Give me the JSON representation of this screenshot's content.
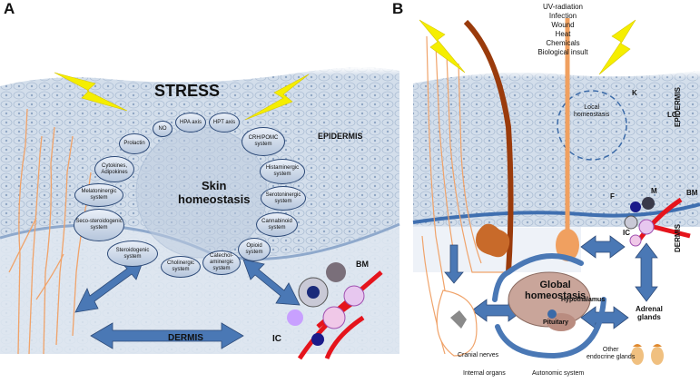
{
  "panel_a": {
    "letter": "A",
    "stress": "STRESS",
    "center": [
      "Skin",
      "homeostasis"
    ],
    "epidermis": "EPIDERMIS",
    "dermis": "DERMIS",
    "bm": "BM",
    "ic": "IC",
    "systems": [
      "HPA axis",
      "HPT axis",
      "CRH/POMC system",
      "Histaminergic system",
      "Serotoninergic system",
      "Cannabinoid system",
      "Opioid system",
      "Catechol-aminergic system",
      "Cholinergic system",
      "Steroidogenic system",
      "Seco-steroidogenic system",
      "Melatoninergic system",
      "Cytokines, Adipokines",
      "Prolactin",
      "NO"
    ]
  },
  "panel_b": {
    "letter": "B",
    "stressors": [
      "UV-radiation",
      "Infection",
      "Wound",
      "Heat",
      "Chemicals",
      "Biological insult"
    ],
    "local": [
      "Local",
      "homeostasis"
    ],
    "global": [
      "Global",
      "homeostasis"
    ],
    "k": "K",
    "lc": "LC",
    "m": "M",
    "f": "F",
    "ic": "IC",
    "bm": "BM",
    "epidermis": "EPIDERMIS",
    "dermis": "DERMIS",
    "hypothalamus": "Hypothalamus",
    "pituitary": "Pituitary",
    "adrenal": [
      "Adrenal",
      "glands"
    ],
    "cranial": "Cranial nerves",
    "internal": "Internal organs",
    "autonomic": "Autonomic system",
    "other_endocrine": [
      "Other",
      "endocrine glands"
    ]
  },
  "colors": {
    "tissue": "#c9d6e6",
    "membrane": "#3f6fb0",
    "arrow": "#4a78b5",
    "bolt": "#f5ee00",
    "hair": "#9a3b0c",
    "hair_light": "#f0a060",
    "vessel": "#e5141c",
    "nerve": "#f0a36a"
  }
}
